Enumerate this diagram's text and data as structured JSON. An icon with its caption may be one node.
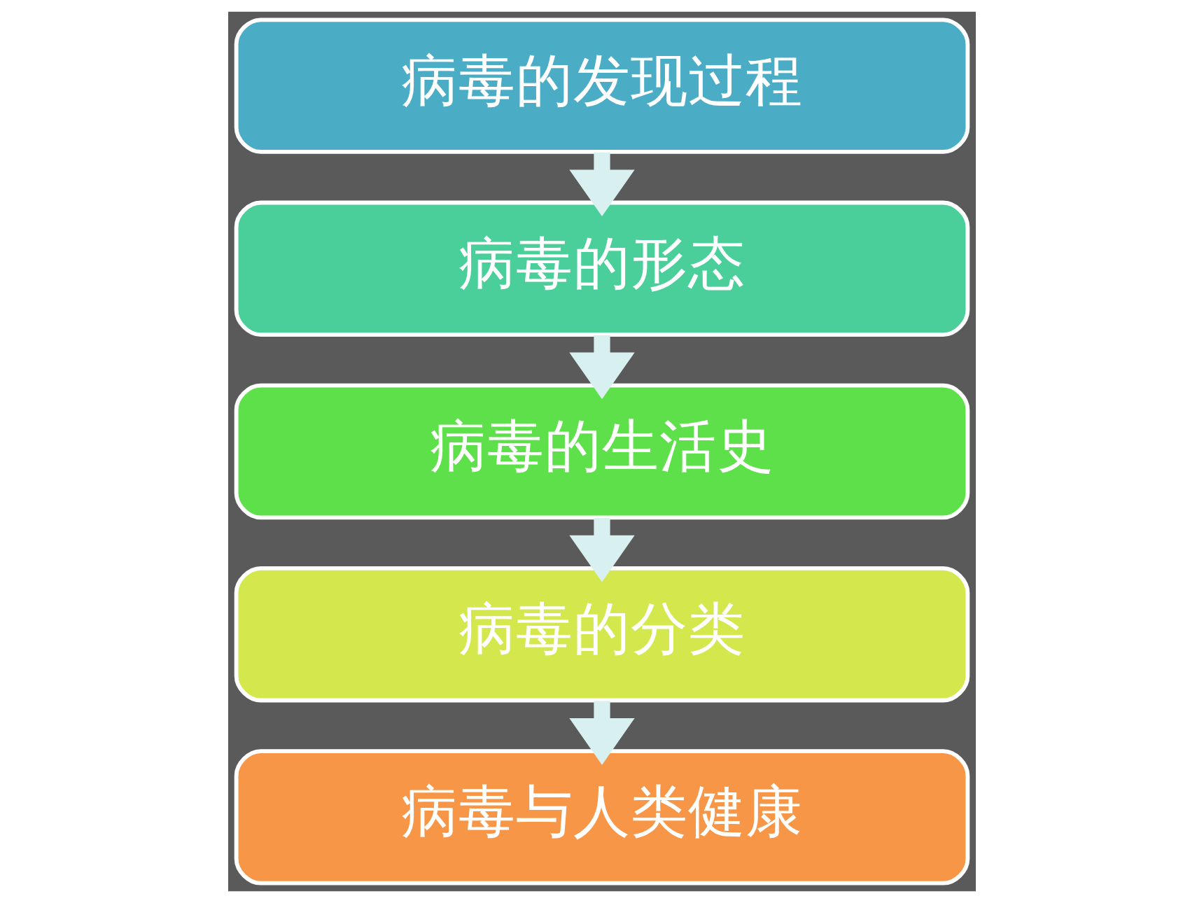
{
  "diagram": {
    "nodes": [
      {
        "text": [
          "病毒的发现过程"
        ]
      },
      {
        "text": [
          "病毒的形态"
        ]
      },
      {
        "text": [
          "病毒的生活史"
        ]
      },
      {
        "text": [
          "病毒的分类"
        ]
      },
      {
        "text": [
          "病毒与人类健康"
        ]
      }
    ],
    "edges": [
      {
        "from": 0,
        "to": 1,
        "arrow": "to"
      },
      {
        "from": 1,
        "to": 2,
        "arrow": "to"
      },
      {
        "from": 2,
        "to": 3,
        "arrow": "to"
      },
      {
        "from": 3,
        "to": 4,
        "arrow": "to"
      }
    ]
  }
}
